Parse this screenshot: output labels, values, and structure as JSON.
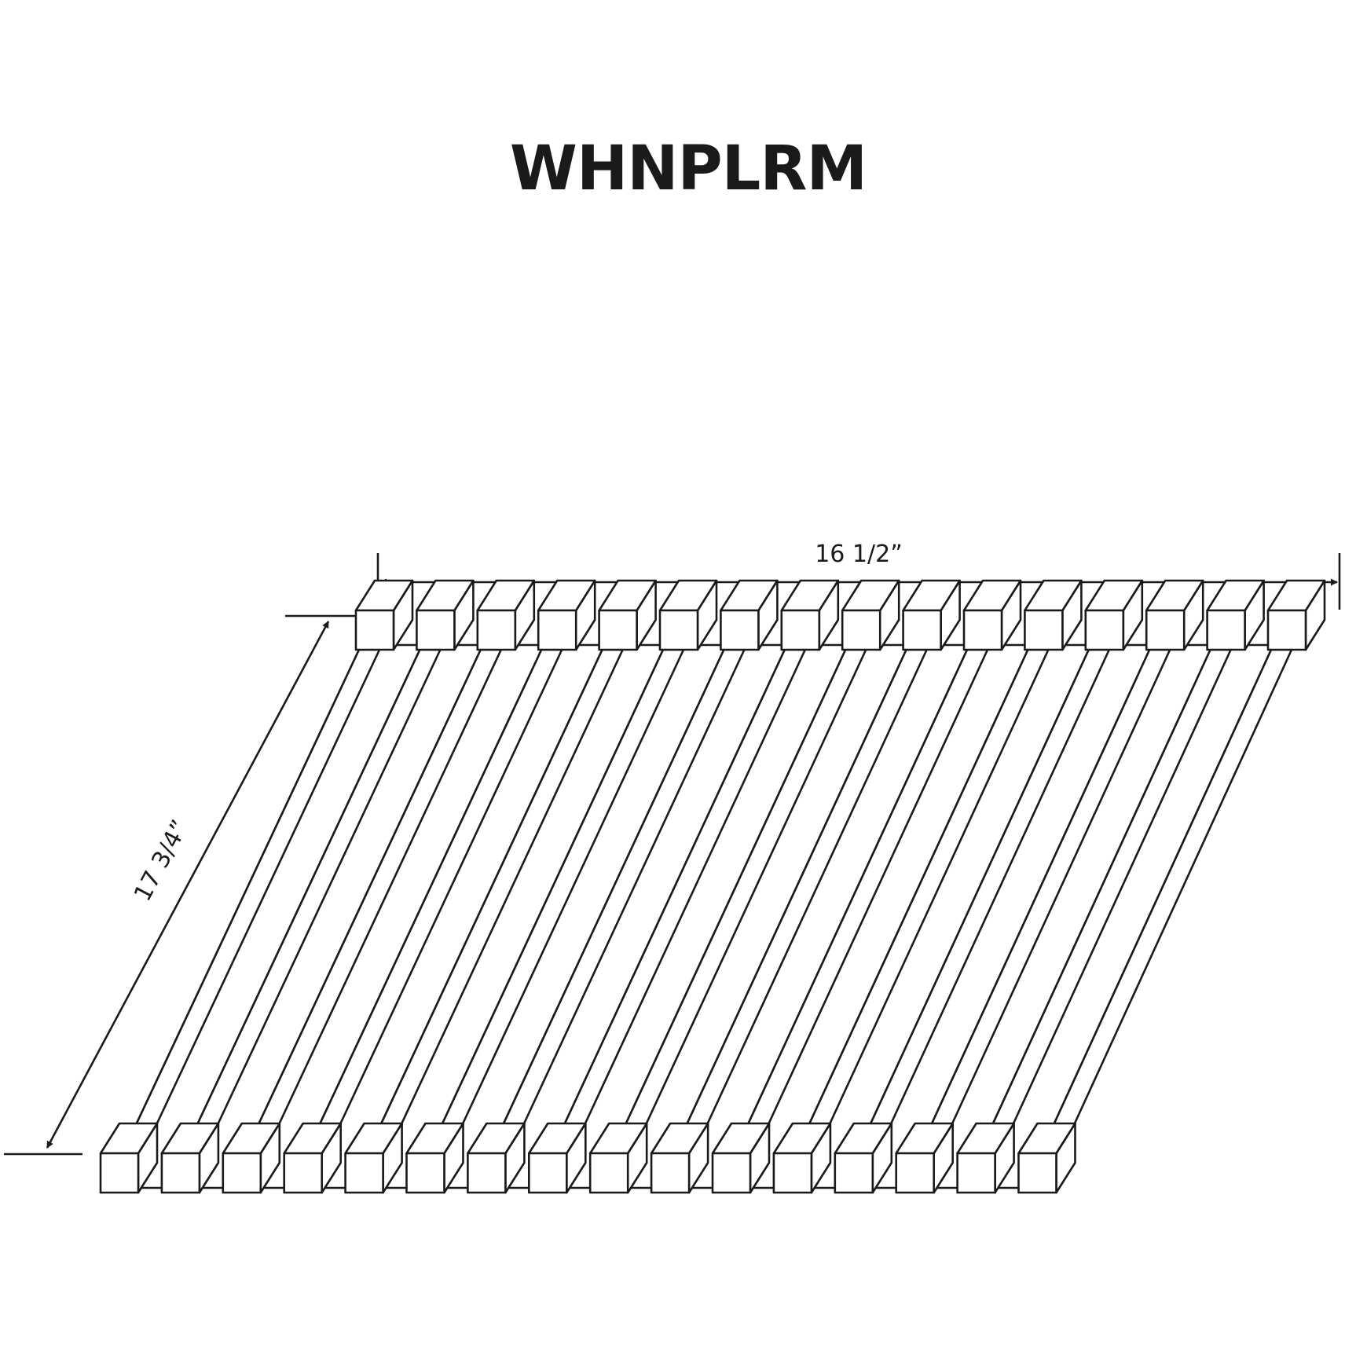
{
  "title": "WHNPLRM",
  "dimensions": {
    "width_label": "16 1/2”",
    "depth_label": "17 3/4”"
  },
  "diagram": {
    "rod_count": 16
  },
  "colors": {
    "line": "#1a1a1a",
    "background": "#ffffff"
  }
}
